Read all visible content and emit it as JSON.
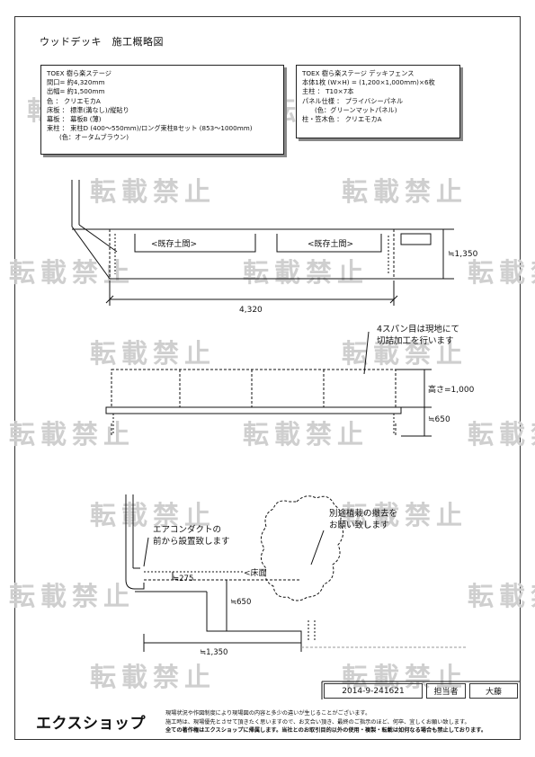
{
  "title": "ウッドデッキ　施工概略図",
  "watermark": "転載禁止",
  "spec_left": {
    "lines": [
      "TOEX 樹ら楽ステージ",
      "間口= 約4,320mm",
      "出幅= 約1,500mm",
      "色 ： クリエモカA",
      "床板 ： 標準(溝なし)/縦貼り",
      "幕板 ： 幕板B (薄)",
      "束柱 ： 束柱D (400～550mm)/ロング束柱Bセット (853～1000mm)",
      "(色：オータムブラウン)"
    ]
  },
  "spec_right": {
    "lines": [
      "TOEX 樹ら楽ステージ デッキフェンス",
      "本体1枚 (W×H) = (1,200×1,000mm)×6枚",
      "主柱 ： T10×7本",
      "パネル仕様 ： プライバシーパネル",
      "(色：グリーンマットパネル)",
      "柱・笠木色 ： クリエモカA"
    ]
  },
  "plan": {
    "label_left": "<既存土間>",
    "label_right": "<既存土間>",
    "depth_dim": "≒1,350",
    "width_dim": "4,320"
  },
  "elevation": {
    "note_line1": "4スパン目は現地にて",
    "note_line2": "切詰加工を行います",
    "height_dim": "高さ=1,000",
    "deck_dim": "≒650"
  },
  "section": {
    "ac_note_line1": "エアコンダクトの",
    "ac_note_line2": "前から設置致します",
    "dim_275": "≒275",
    "floor_label": "<床面",
    "dim_650": "≒650",
    "dim_1350": "≒1,350",
    "tree_note_line1": "別途植栽の撤去を",
    "tree_note_line2": "お願い致します"
  },
  "title_block": {
    "drawing_no": "2014-9-241621",
    "person_label": "担当者",
    "person_name": "大藤"
  },
  "company_logo": "エクスショップ",
  "footer": {
    "line1": "現場状況や作図制度により現場図の内容と多少の違いが生じることがございます。",
    "line2": "施工時は、現場優先とさせて頂きたく思いますので、お文合い頂き、最終のご指示のほど、何卒、宜しくお願い致します。",
    "line3": "全ての著作権はエクスショップに帰属します。当社とのお取引目的以外の使用・複製・転載は如何なる場合も禁止しております。"
  }
}
